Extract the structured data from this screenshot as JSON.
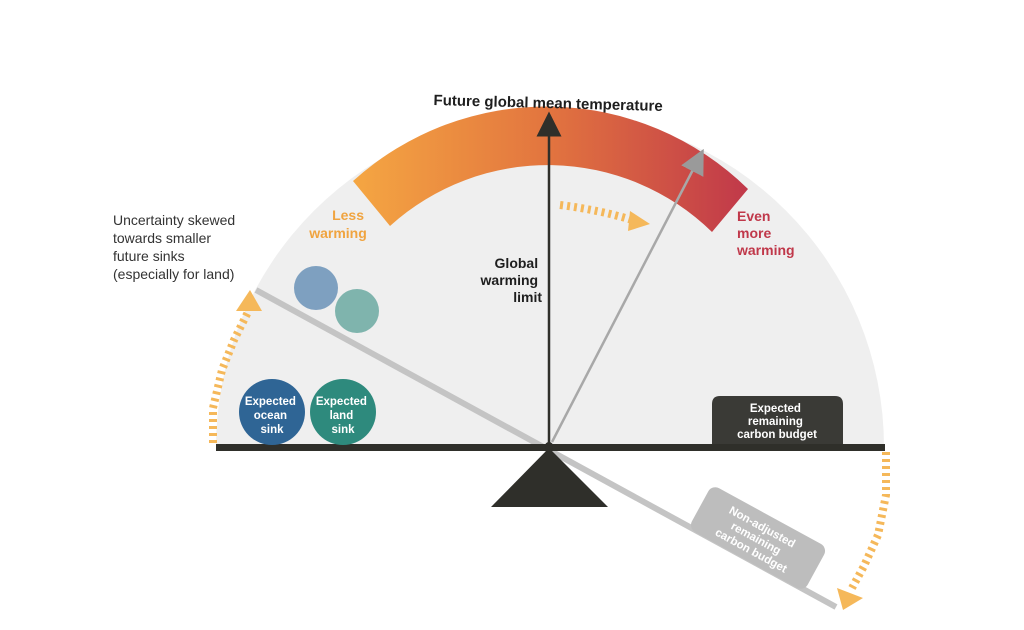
{
  "title": "Future global mean temperature",
  "labels": {
    "less_warming": [
      "Less",
      "warming"
    ],
    "even_more_warming": [
      "Even",
      "more",
      "warming"
    ],
    "global_warming_limit": [
      "Global",
      "warming",
      "limit"
    ],
    "uncertainty_note": [
      "Uncertainty skewed",
      "towards smaller",
      "future sinks",
      "(especially for land)"
    ],
    "expected_ocean_sink": [
      "Expected",
      "ocean",
      "sink"
    ],
    "expected_land_sink": [
      "Expected",
      "land",
      "sink"
    ],
    "expected_budget": [
      "Expected",
      "remaining",
      "carbon budget"
    ],
    "non_adjusted_budget": [
      "Non-adjusted",
      "remaining",
      "carbon budget"
    ]
  },
  "colors": {
    "gauge_bg": "#efefef",
    "arc_start": "#f5a742",
    "arc_mid": "#e0703e",
    "arc_end": "#c0384a",
    "ocean": "#2f6595",
    "land": "#2e8a7d",
    "ocean_light": "#7ea0c0",
    "land_light": "#7fb4ad",
    "beam": "#2f2f2a",
    "tilted_beam": "#c4c4c4",
    "dash_arrow": "#f5b85a",
    "budget_box": "#3a3a36",
    "nonadj_box": "#bdbdbd"
  }
}
